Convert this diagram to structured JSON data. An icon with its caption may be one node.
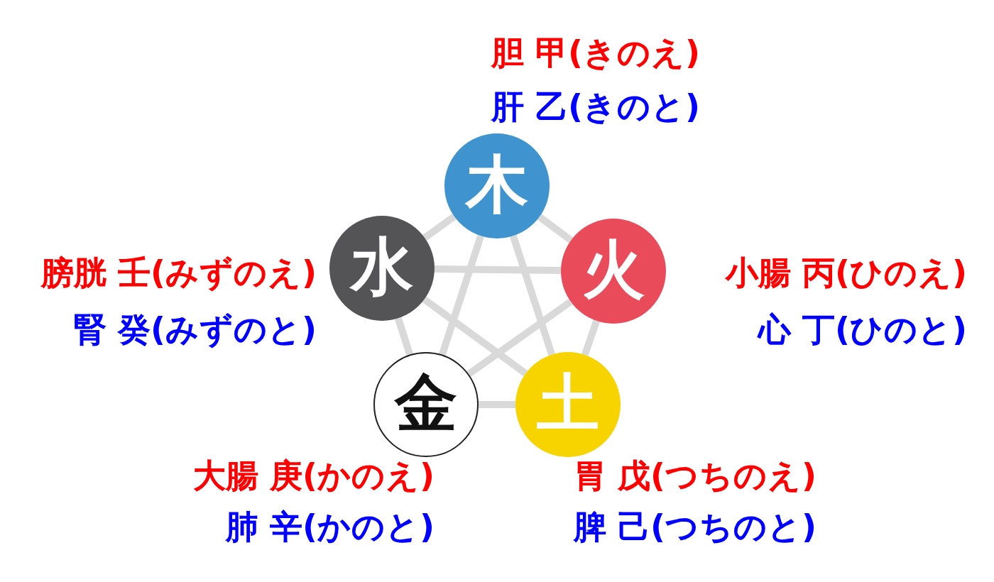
{
  "diagram": {
    "nodes": [
      {
        "text": [
          "木"
        ],
        "beside": [
          "胆 甲(きのえ)",
          "肝 乙(きのと)"
        ]
      },
      {
        "text": [
          "水"
        ],
        "beside": [
          "膀胱 壬(みずのえ)",
          "腎 癸(みずのと)"
        ]
      },
      {
        "text": [
          "火"
        ],
        "beside": [
          "小腸 丙(ひのえ)",
          "心 丁(ひのと)"
        ]
      },
      {
        "text": [
          "金"
        ],
        "beside": [
          "大腸 庚(かのえ)",
          "肺 辛(かのと)"
        ]
      },
      {
        "text": [
          "土"
        ],
        "beside": [
          "胃 戊(つちのえ)",
          "脾 己(つちのと)"
        ]
      }
    ],
    "edges": [
      {
        "from": 0,
        "to": 2,
        "arrow": "none"
      },
      {
        "from": 2,
        "to": 4,
        "arrow": "none"
      },
      {
        "from": 4,
        "to": 3,
        "arrow": "none"
      },
      {
        "from": 3,
        "to": 1,
        "arrow": "none"
      },
      {
        "from": 1,
        "to": 0,
        "arrow": "none"
      },
      {
        "from": 0,
        "to": 4,
        "arrow": "none"
      },
      {
        "from": 4,
        "to": 1,
        "arrow": "none"
      },
      {
        "from": 1,
        "to": 2,
        "arrow": "none"
      },
      {
        "from": 2,
        "to": 3,
        "arrow": "none"
      },
      {
        "from": 3,
        "to": 0,
        "arrow": "none"
      }
    ]
  }
}
